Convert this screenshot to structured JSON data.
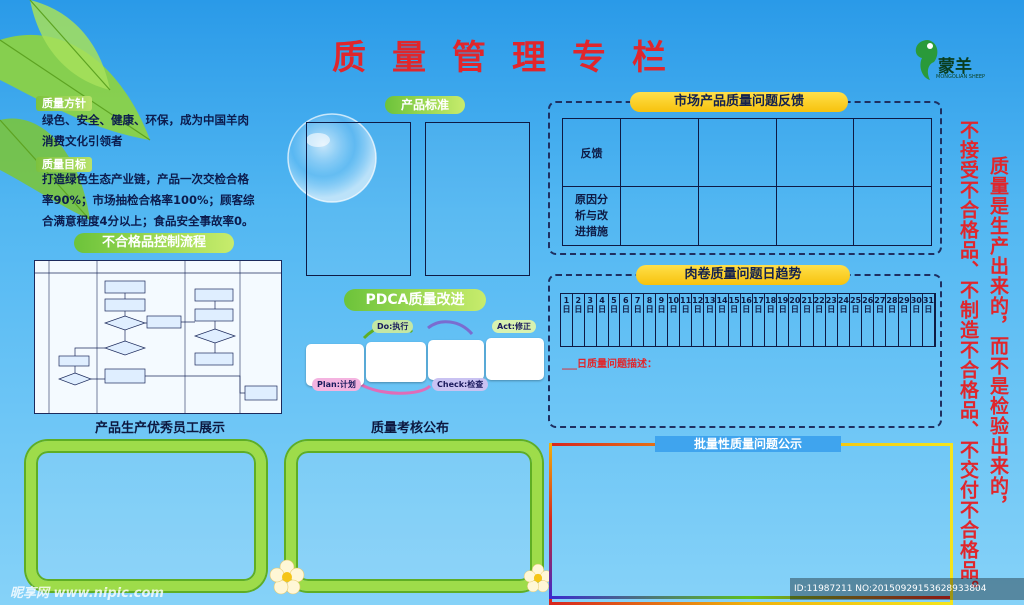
{
  "title": "质量管理专栏",
  "logo": {
    "name": "蒙羊",
    "english": "MONGOLIAN SHEEP"
  },
  "policy": {
    "tag": "质量方针",
    "line1": "绿色、安全、健康、环保，成为中国羊肉",
    "line2": "消费文化引领者"
  },
  "goal": {
    "tag": "质量目标",
    "line1": "打造绿色生态产业链，产品一次交检合格",
    "line2": "率90%；市场抽检合格率100%；顾客综",
    "line3": "合满意程度4分以上；食品安全事故率0。"
  },
  "nonconform": {
    "title": "不合格品控制流程"
  },
  "standard": {
    "title": "产品标准"
  },
  "pdca": {
    "title": "PDCA质量改进",
    "plan": "Plan:计划",
    "do": "Do:执行",
    "check": "Check:检查",
    "act": "Act:修正"
  },
  "market": {
    "title": "市场产品质量问题反馈",
    "row1": "反馈",
    "row2_l1": "原因分",
    "row2_l2": "析与改",
    "row2_l3": "进措施"
  },
  "trend": {
    "title": "肉卷质量问题日趋势",
    "days": [
      "1",
      "2",
      "3",
      "4",
      "5",
      "6",
      "7",
      "8",
      "9",
      "10",
      "11",
      "12",
      "13",
      "14",
      "15",
      "16",
      "17",
      "18",
      "19",
      "20",
      "21",
      "22",
      "23",
      "24",
      "25",
      "26",
      "27",
      "28",
      "29",
      "30",
      "31"
    ],
    "day_unit": "日",
    "describe": "___日质量问题描述："
  },
  "batch": {
    "title": "批量性质量问题公示"
  },
  "captions": {
    "staff": "产品生产优秀员工展示",
    "assessment": "质量考核公布"
  },
  "slogan": {
    "col1": "质量是生产出来的，而不是检验出来的，",
    "col2": "不接受不合格品、不制造不合格品、不交付不合格品。"
  },
  "watermark": {
    "left": "昵享网 www.nipic.com",
    "right": "ID:11987211 NO:20150929153628933804"
  },
  "colors": {
    "accent_red": "#e0262c",
    "navy": "#0e1a44",
    "green": "#8bd03c",
    "yellow": "#f7c20d"
  }
}
